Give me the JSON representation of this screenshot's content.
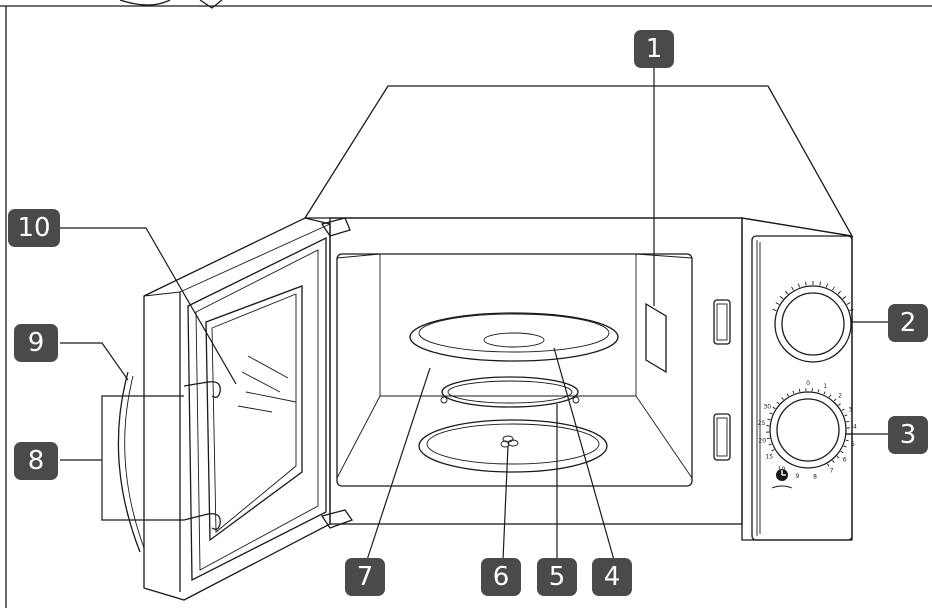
{
  "callouts": [
    {
      "id": "1",
      "label": "1"
    },
    {
      "id": "2",
      "label": "2"
    },
    {
      "id": "3",
      "label": "3"
    },
    {
      "id": "4",
      "label": "4"
    },
    {
      "id": "5",
      "label": "5"
    },
    {
      "id": "6",
      "label": "6"
    },
    {
      "id": "7",
      "label": "7"
    },
    {
      "id": "8",
      "label": "8"
    },
    {
      "id": "9",
      "label": "9"
    },
    {
      "id": "10",
      "label": "10"
    }
  ],
  "timer_dial": {
    "ticks": [
      "0",
      "1",
      "2",
      "3",
      "4",
      "5",
      "6",
      "7",
      "8",
      "9",
      "10",
      "15",
      "20",
      "25",
      "30"
    ]
  },
  "colors": {
    "callout_fill": "#4a4a4a",
    "line": "#1a1a1a",
    "background": "#ffffff"
  }
}
